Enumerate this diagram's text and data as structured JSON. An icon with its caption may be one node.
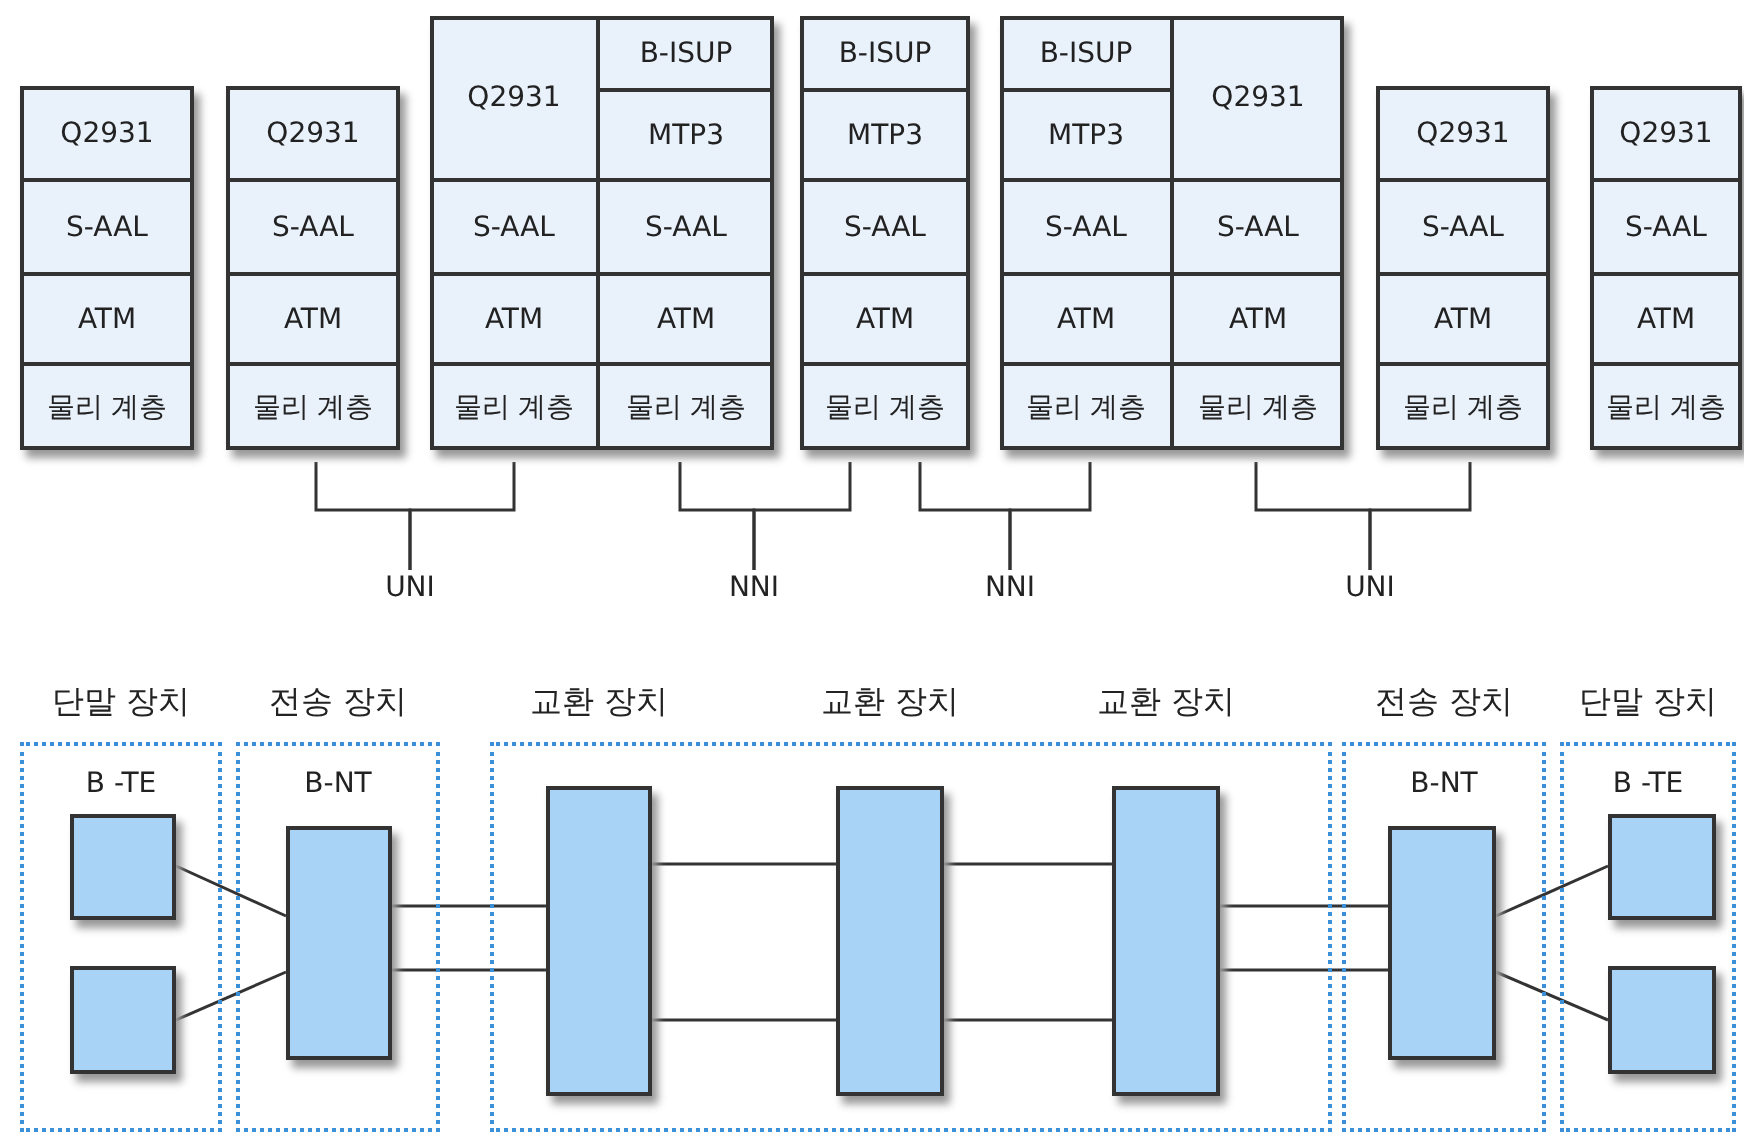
{
  "diagram": {
    "nodes": [
      {
        "text": [],
        "shape": "box"
      },
      {
        "text": [
          "Q2931"
        ],
        "in": 0
      },
      {
        "text": [
          "S-AAL"
        ],
        "in": 0
      },
      {
        "text": [
          "ATM"
        ],
        "in": 0
      },
      {
        "text": [
          "물리 계층"
        ],
        "in": 0
      },
      {
        "text": [],
        "shape": "box"
      },
      {
        "text": [
          "Q2931"
        ],
        "in": 5
      },
      {
        "text": [
          "S-AAL"
        ],
        "in": 5
      },
      {
        "text": [
          "ATM"
        ],
        "in": 5
      },
      {
        "text": [
          "물리 계층"
        ],
        "in": 5
      },
      {
        "text": [],
        "shape": "box"
      },
      {
        "text": [
          "Q2931"
        ],
        "in": 10
      },
      {
        "text": [
          "B-ISUP"
        ],
        "in": 10
      },
      {
        "text": [
          "MTP3"
        ],
        "in": 10
      },
      {
        "text": [
          "S-AAL"
        ],
        "in": 10
      },
      {
        "text": [
          "S-AAL"
        ],
        "in": 10
      },
      {
        "text": [
          "ATM"
        ],
        "in": 10
      },
      {
        "text": [
          "ATM"
        ],
        "in": 10
      },
      {
        "text": [
          "물리 계층"
        ],
        "in": 10
      },
      {
        "text": [
          "물리 계층"
        ],
        "in": 10
      },
      {
        "text": [],
        "shape": "box"
      },
      {
        "text": [
          "B-ISUP"
        ],
        "in": 20
      },
      {
        "text": [
          "MTP3"
        ],
        "in": 20
      },
      {
        "text": [
          "S-AAL"
        ],
        "in": 20
      },
      {
        "text": [
          "ATM"
        ],
        "in": 20
      },
      {
        "text": [
          "물리 계층"
        ],
        "in": 20
      },
      {
        "text": [],
        "shape": "box"
      },
      {
        "text": [
          "B-ISUP"
        ],
        "in": 26
      },
      {
        "text": [
          "Q2931"
        ],
        "in": 26
      },
      {
        "text": [
          "MTP3"
        ],
        "in": 26
      },
      {
        "text": [
          "S-AAL"
        ],
        "in": 26
      },
      {
        "text": [
          "S-AAL"
        ],
        "in": 26
      },
      {
        "text": [
          "ATM"
        ],
        "in": 26
      },
      {
        "text": [
          "ATM"
        ],
        "in": 26
      },
      {
        "text": [
          "물리 계층"
        ],
        "in": 26
      },
      {
        "text": [
          "물리 계층"
        ],
        "in": 26
      },
      {
        "text": [],
        "shape": "box"
      },
      {
        "text": [
          "Q2931"
        ],
        "in": 36
      },
      {
        "text": [
          "S-AAL"
        ],
        "in": 36
      },
      {
        "text": [
          "ATM"
        ],
        "in": 36
      },
      {
        "text": [
          "물리 계층"
        ],
        "in": 36
      },
      {
        "text": [],
        "shape": "box"
      },
      {
        "text": [
          "Q2931"
        ],
        "in": 41
      },
      {
        "text": [
          "S-AAL"
        ],
        "in": 41
      },
      {
        "text": [
          "ATM"
        ],
        "in": 41
      },
      {
        "text": [
          "물리 계층"
        ],
        "in": 41
      },
      {
        "text": [
          "UNI"
        ]
      },
      {
        "text": [
          "NNI"
        ]
      },
      {
        "text": [
          "NNI"
        ]
      },
      {
        "text": [
          "UNI"
        ]
      },
      {
        "text": [
          "단말 장치",
          "B -TE"
        ]
      },
      {
        "text": [],
        "shape": "box",
        "in": 50
      },
      {
        "text": [],
        "shape": "box",
        "in": 50
      },
      {
        "text": [
          "전송 장치",
          "B-NT"
        ]
      },
      {
        "text": [],
        "shape": "box",
        "in": 53
      },
      {
        "text": [
          "교환 장치",
          "교환 장치",
          "교환 장치"
        ]
      },
      {
        "text": [],
        "shape": "box",
        "in": 55
      },
      {
        "text": [],
        "shape": "box",
        "in": 55
      },
      {
        "text": [],
        "shape": "box",
        "in": 55
      },
      {
        "text": [
          "전송 장치",
          "B-NT"
        ]
      },
      {
        "text": [],
        "shape": "box",
        "in": 59
      },
      {
        "text": [
          "단말 장치",
          "B -TE"
        ]
      },
      {
        "text": [],
        "shape": "box",
        "in": 61
      },
      {
        "text": [],
        "shape": "box",
        "in": 61
      }
    ],
    "edges": [
      {
        "from": 9,
        "to": 46,
        "arrow": "none"
      },
      {
        "from": 18,
        "to": 46,
        "arrow": "none"
      },
      {
        "from": 19,
        "to": 47,
        "arrow": "none"
      },
      {
        "from": 25,
        "to": 47,
        "arrow": "none"
      },
      {
        "from": 25,
        "to": 48,
        "arrow": "none"
      },
      {
        "from": 34,
        "to": 48,
        "arrow": "none"
      },
      {
        "from": 35,
        "to": 49,
        "arrow": "none"
      },
      {
        "from": 40,
        "to": 49,
        "arrow": "none"
      },
      {
        "from": 51,
        "to": 54,
        "arrow": "none"
      },
      {
        "from": 52,
        "to": 54,
        "arrow": "none"
      },
      {
        "from": 54,
        "to": 56,
        "arrow": "none"
      },
      {
        "from": 54,
        "to": 56,
        "arrow": "none"
      },
      {
        "from": 56,
        "to": 57,
        "arrow": "none"
      },
      {
        "from": 56,
        "to": 57,
        "arrow": "none"
      },
      {
        "from": 57,
        "to": 58,
        "arrow": "none"
      },
      {
        "from": 57,
        "to": 58,
        "arrow": "none"
      },
      {
        "from": 58,
        "to": 60,
        "arrow": "none"
      },
      {
        "from": 58,
        "to": 60,
        "arrow": "none"
      },
      {
        "from": 60,
        "to": 62,
        "arrow": "none"
      },
      {
        "from": 60,
        "to": 63,
        "arrow": "none"
      }
    ]
  }
}
